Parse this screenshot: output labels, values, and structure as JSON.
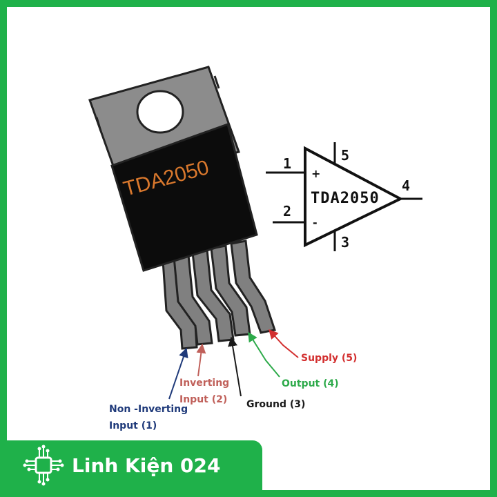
{
  "chip": {
    "name": "TDA2050"
  },
  "symbol": {
    "name": "TDA2050",
    "plus_sign": "+",
    "minus_sign": "-",
    "pins": [
      "1",
      "2",
      "3",
      "4",
      "5"
    ]
  },
  "labels": {
    "non_inverting": [
      "Non -Inverting",
      "Input (1)"
    ],
    "inverting": [
      "Inverting",
      "Input (2)"
    ],
    "ground": "Ground (3)",
    "output": "Output (4)",
    "supply": "Supply (5)"
  },
  "colors": {
    "border": "#1fb14a",
    "non_inverting": "#1f3a7a",
    "inverting": "#c0605a",
    "ground": "#1a1a1a",
    "output": "#2daa4a",
    "supply": "#d32f2f",
    "chip_text": "#d9782d"
  },
  "brand": {
    "name": "Linh Kiện 024",
    "logo_icon": "circuit-chip-icon"
  }
}
